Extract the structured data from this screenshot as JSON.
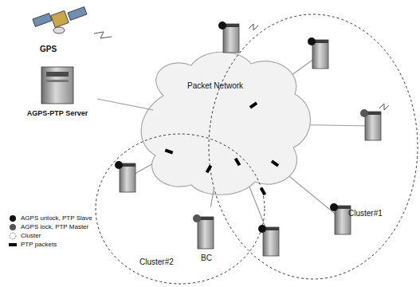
{
  "diagram": {
    "nodes": [
      {
        "text": [
          "GPS"
        ]
      },
      {
        "text": [
          "AGPS-PTP Server"
        ]
      },
      {
        "text": [
          "Packet Network"
        ]
      },
      {
        "text": [
          "Cluster#1"
        ]
      },
      {
        "text": [
          "Cluster#2"
        ]
      },
      {
        "text": [
          "BC"
        ],
        "in": 4
      }
    ],
    "edges": [
      {
        "from": 1,
        "to": 2,
        "arrow": "none"
      },
      {
        "from": 5,
        "to": 2,
        "arrow": "none"
      }
    ],
    "legend": [
      {
        "text": "AGPS unlock, PTP Slave",
        "color": "#111111"
      },
      {
        "text": "AGPS lock, PTP Master",
        "color": "#555555"
      },
      {
        "text": "Cluster"
      },
      {
        "text": "PTP packets",
        "color": "#000000"
      }
    ]
  }
}
